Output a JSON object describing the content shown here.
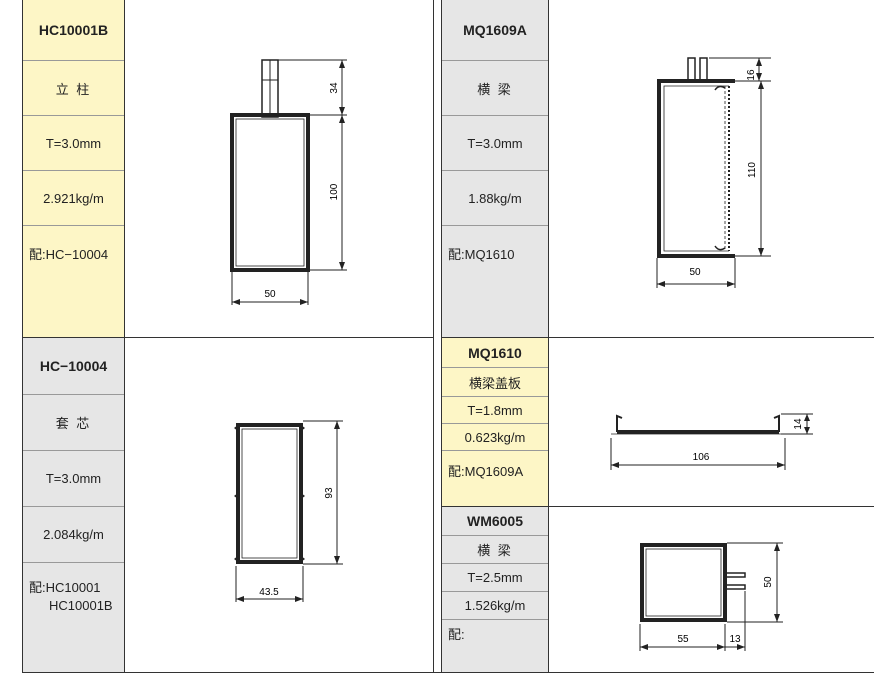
{
  "left": {
    "top": {
      "code": "HC10001B",
      "name": "立 柱",
      "thickness": "T=3.0mm",
      "weight": "2.921kg/m",
      "match": "配:HC−10004",
      "dims": {
        "width": "50",
        "height": "100",
        "lug": "34"
      }
    },
    "bottom": {
      "code": "HC−10004",
      "name": "套 芯",
      "thickness": "T=3.0mm",
      "weight": "2.084kg/m",
      "match_line1": "配:HC10001",
      "match_line2": "HC10001B",
      "dims": {
        "width": "43.5",
        "height": "93"
      }
    }
  },
  "right": {
    "top": {
      "code": "MQ1609A",
      "name": "横 梁",
      "thickness": "T=3.0mm",
      "weight": "1.88kg/m",
      "match": "配:MQ1610",
      "dims": {
        "width": "50",
        "height": "110",
        "lug": "16"
      }
    },
    "middle": {
      "code": "MQ1610",
      "name": "横梁盖板",
      "thickness": "T=1.8mm",
      "weight": "0.623kg/m",
      "match": "配:MQ1609A",
      "dims": {
        "width": "106",
        "height": "14"
      }
    },
    "bottom": {
      "code": "WM6005",
      "name": "横 梁",
      "thickness": "T=2.5mm",
      "weight": "1.526kg/m",
      "match": "配:",
      "dims": {
        "width": "55",
        "lug": "13",
        "height": "50"
      }
    }
  }
}
